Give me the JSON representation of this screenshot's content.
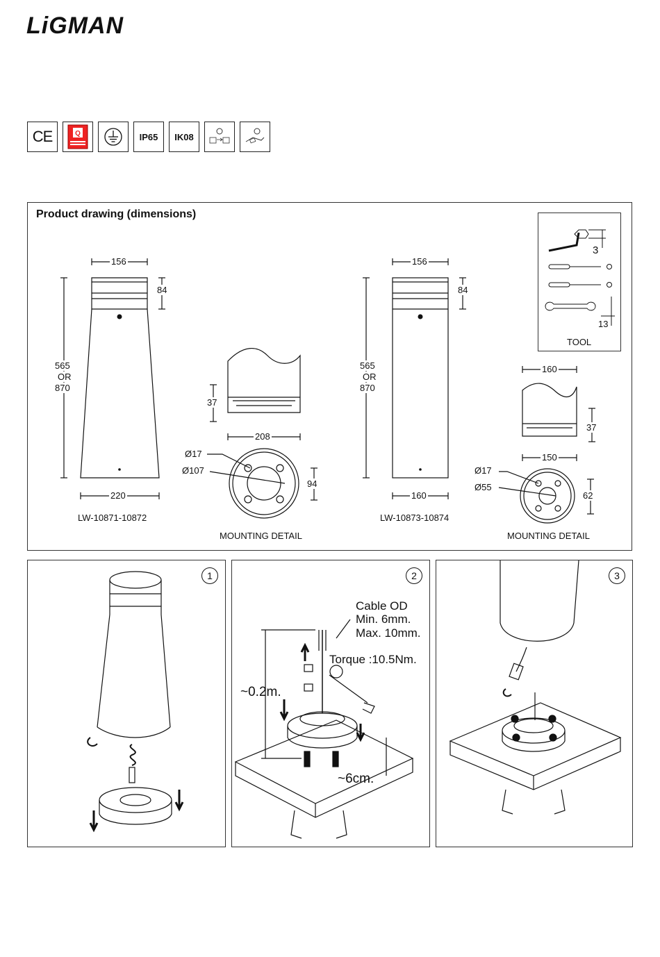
{
  "brand": {
    "name": "LiGMAN"
  },
  "certifications": [
    "CE",
    "quality-mark",
    "earth-ground",
    "IP65",
    "IK08",
    "mains-symbol",
    "wiring-symbol"
  ],
  "cert_labels": {
    "ip": "IP65",
    "ik": "IK08",
    "ce": "CE"
  },
  "drawing": {
    "title": "Product drawing (dimensions)",
    "model_a": {
      "code": "LW-10871-10872",
      "top_width": "156",
      "head_height": "84",
      "height_line1": "565",
      "height_line2": "OR",
      "height_line3": "870",
      "base_width": "220"
    },
    "model_b": {
      "code": "LW-10873-10874",
      "top_width": "156",
      "head_height": "84",
      "height_line1": "565",
      "height_line2": "OR",
      "height_line3": "870",
      "base_width": "160"
    },
    "mount_a": {
      "label": "MOUNTING DETAIL",
      "base_height": "37",
      "outer_width": "208",
      "hole_dia": "Ø17",
      "pcd": "Ø107",
      "pcd_side": "94"
    },
    "mount_b": {
      "label": "MOUNTING DETAIL",
      "top_width": "160",
      "base_height": "37",
      "outer_width": "150",
      "hole_dia": "Ø17",
      "pcd": "Ø55",
      "pcd_side": "62"
    },
    "tools": {
      "label": "TOOL",
      "hex_size": "3",
      "wrench_size": "13"
    }
  },
  "steps": [
    {
      "number": "1"
    },
    {
      "number": "2",
      "cable_line1": "Cable OD",
      "cable_line2": "Min. 6mm.",
      "cable_line3": "Max. 10mm.",
      "torque": "Torque :10.5Nm.",
      "height_note": "~0.2m.",
      "depth_note": "~6cm."
    },
    {
      "number": "3"
    }
  ]
}
